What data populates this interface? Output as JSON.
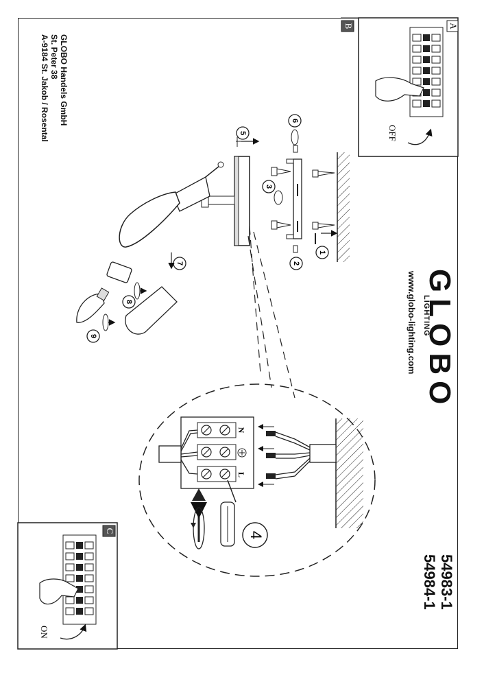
{
  "company": {
    "name": "GLOBO Handels GmbH",
    "street": "St. Peter 38",
    "city": "A-9184 St. Jakob / Rosental"
  },
  "brand": {
    "logo": "GLOBO",
    "subline": "LIGHTING",
    "website": "www.globo-lighting.com"
  },
  "models": [
    "54983-1",
    "54984-1"
  ],
  "panels": {
    "a": {
      "letter": "A",
      "state": "OFF"
    },
    "b": {
      "letter": "B"
    },
    "c": {
      "letter": "C",
      "state": "ON"
    }
  },
  "terminals": {
    "n": "N",
    "l": "L"
  },
  "steps": [
    "1",
    "2",
    "3",
    "4",
    "5",
    "6",
    "7",
    "8",
    "9"
  ]
}
